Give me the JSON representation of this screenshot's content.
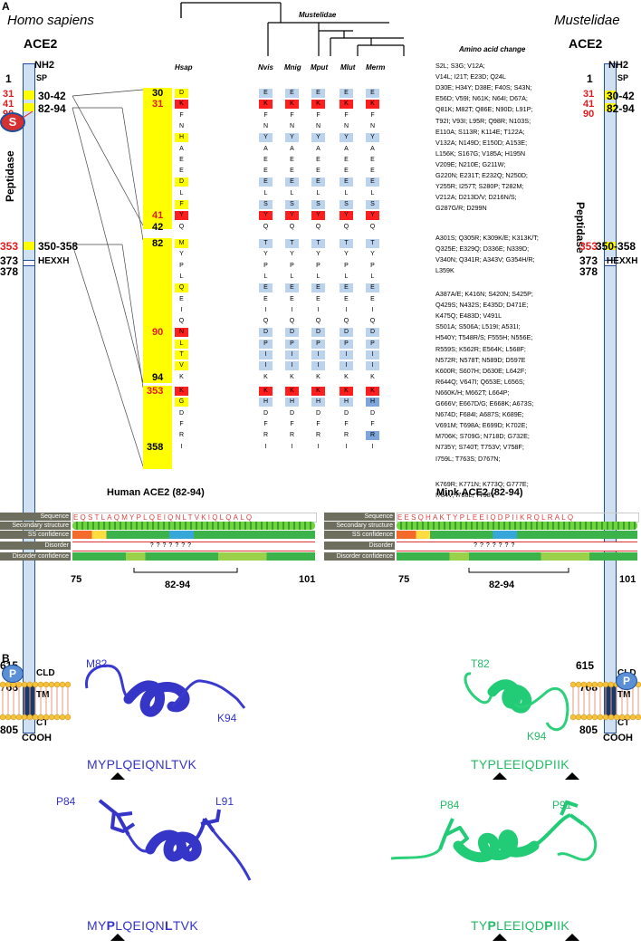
{
  "panel_a": "A",
  "panel_b": "B",
  "left": {
    "species": "Homo sapiens",
    "protein": "ACE2",
    "nh2": "NH2",
    "sp": "SP",
    "peptidase": "Peptidase",
    "num1": "1",
    "num31": "31",
    "num41": "41",
    "num90": "90",
    "r3042": "30-42",
    "r8294": "82-94",
    "num353": "353",
    "r350358": "350-358",
    "num373": "373",
    "hexxh": "HEXXH",
    "num378": "378",
    "num615": "615",
    "cld": "CLD",
    "num768": "768",
    "tm": "TM",
    "ct": "CT",
    "num805": "805",
    "cooh": "COOH",
    "s_badge": "S",
    "p_badge": "P"
  },
  "right": {
    "species": "Mustelidae",
    "protein": "ACE2",
    "nh2": "NH2",
    "sp": "SP",
    "peptidase": "Peptidase",
    "num1": "1",
    "num31": "31",
    "num41": "41",
    "num90": "90",
    "r3042": "30-42",
    "r8294": "82-94",
    "num353": "353",
    "r350358": "350-358",
    "num373": "373",
    "hexxh": "HEXXH",
    "num378": "378",
    "num615": "615",
    "cld": "CLD",
    "num768": "768",
    "tm": "TM",
    "ct": "CT",
    "num805": "805",
    "cooh": "COOH",
    "p_badge": "P"
  },
  "tree": {
    "label": "Mustelidae"
  },
  "alignment": {
    "columns": [
      "Hsap",
      "Nvis",
      "Mnig",
      "Mput",
      "Mlut",
      "Merm"
    ],
    "blocks": [
      {
        "numbers": [
          "30",
          "31",
          "",
          "",
          "",
          "",
          "",
          "",
          "",
          "",
          "",
          "41",
          "42"
        ],
        "residues": [
          "D",
          "K",
          "F",
          "N",
          "H",
          "A",
          "E",
          "E",
          "D",
          "L",
          "F",
          "Y",
          "Q"
        ],
        "others": [
          "E",
          "K",
          "F",
          "N",
          "Y",
          "A",
          "E",
          "E",
          "E",
          "L",
          "S",
          "Y",
          "Q"
        ],
        "colors": [
          "hl",
          "hr",
          "",
          "",
          "hl",
          "",
          "",
          "",
          "hl",
          "",
          "hl",
          "hr",
          ""
        ],
        "ocolors": [
          "hb",
          "hr",
          "",
          "",
          "hb",
          "",
          "",
          "",
          "hb",
          "",
          "hb",
          "hr",
          ""
        ]
      },
      {
        "numbers": [
          "82",
          "",
          "",
          "",
          "",
          "",
          "",
          "",
          "90",
          "",
          "",
          "",
          "94"
        ],
        "residues": [
          "M",
          "Y",
          "P",
          "L",
          "Q",
          "E",
          "I",
          "Q",
          "N",
          "L",
          "T",
          "V",
          "K"
        ],
        "others": [
          "T",
          "Y",
          "P",
          "L",
          "E",
          "E",
          "I",
          "Q",
          "D",
          "P",
          "I",
          "I",
          "K"
        ],
        "colors": [
          "hl",
          "",
          "",
          "",
          "hl",
          "",
          "",
          "",
          "hr",
          "hl",
          "hl",
          "hl",
          ""
        ],
        "ocolors": [
          "hb",
          "",
          "",
          "",
          "hb",
          "",
          "",
          "",
          "hb",
          "hb",
          "hb",
          "hb",
          ""
        ]
      },
      {
        "numbers": [
          "353",
          "",
          "",
          "",
          "",
          "358"
        ],
        "residues": [
          "K",
          "G",
          "D",
          "F",
          "R",
          "I"
        ],
        "others": [
          "K",
          "H",
          "D",
          "F",
          "R",
          "I"
        ],
        "colors": [
          "hr",
          "hl",
          "",
          "",
          "",
          ""
        ],
        "ocolors": [
          "hr",
          "hb",
          "",
          "",
          "",
          ""
        ]
      }
    ]
  },
  "mutations": {
    "title": "Amino acid change",
    "lines": [
      "S2L; S3G; V12A;",
      "V14L; I21T; E23D; Q24L",
      "D30E; H34Y; D38E; F40S; S43N;",
      "E56D; V59I; N61K; N64I; D67A;",
      "Q81K; M82T; Q86E; N90D; L91P;",
      "T92I; V93I; L95R; Q98R; N103S;",
      "E110A; S113R; K114E; T122A;",
      "V132A; N149D; E150D; A153E;",
      "L156K; S167G; V185A; H195N",
      "V209E; N210E; G211W;",
      "G220N; E231T; E232Q; N250D;",
      "Y255R; I257T; S280P; T282M;",
      "V212A; D213D/V; D216N/S;",
      "G287G/R; D299N",
      "",
      "A301S; Q305R; K309K/E; K313K/T;",
      "Q325E; E329Q; D336E; N339D;",
      "V340N; Q341R; A343V; G354H/R;",
      "L359K",
      "",
      "A387A/E; K416N; S420N; S425P;",
      "Q429S; N432S; E435D; D471E;",
      "K475Q; E483D; V491L",
      "S501A; S506A; L519I; A531I;",
      "H540Y; T548R/S; F555H; N556E;",
      "R559S; K562R; E564K; L568F;",
      "N572R; N578T; N589D; D597E",
      "K600R; S607H; D630E; L642F;",
      "R644Q; V647I; Q653E; L656S;",
      "N660K/H; M662T; L664P;",
      "G666V; E667D/G; E668K; A673S;",
      "N674D; F684I; A687S; K689E;",
      "V691M; T698A; E699D; K702E;",
      "M706K; S709G; N718D; G732E;",
      "N735Y; S740T; T753V; V758F;",
      "I759L; T763S; D767N;",
      "",
      "K769R; K771N; K773Q; G777E;",
      "I784V; I786L; T798V"
    ]
  },
  "psipred": {
    "track_labels": [
      "Sequence",
      "Secondary structure",
      "SS confidence",
      "Disorder",
      "Disorder confidence"
    ],
    "human": {
      "title": "Human ACE2 (82-94)",
      "sequence": "EQSTLAQMYPLQEIQNLTVKIQLQALQ",
      "disorder": "???????",
      "start": "75",
      "end": "101",
      "range": "82-94"
    },
    "mink": {
      "title": "Mink ACE2 (82-94)",
      "sequence": "EESQHAKTYPLEEIQDPIIKRQLRALQ",
      "disorder": "???????",
      "start": "75",
      "end": "101",
      "range": "82-94"
    }
  },
  "structures": {
    "human_top": {
      "n_label": "M82",
      "c_label": "K94",
      "sequence": "MYPLQEIQNLTVK"
    },
    "mink_top": {
      "n_label": "T82",
      "c_label": "K94",
      "sequence": "TYPLEEIQDPIIK"
    },
    "human_bottom": {
      "n_label": "P84",
      "c_label": "L91",
      "seq_a": "MY",
      "seq_b": "P",
      "seq_c": "LQEIQN",
      "seq_d": "L",
      "seq_e": "TVK"
    },
    "mink_bottom": {
      "n_label": "P84",
      "c_label": "P91",
      "seq_a": "TY",
      "seq_b": "P",
      "seq_c": "LEEIQD",
      "seq_d": "P",
      "seq_e": "IIK"
    },
    "colors": {
      "human": "#3333cc",
      "mink": "#22cc77"
    }
  }
}
